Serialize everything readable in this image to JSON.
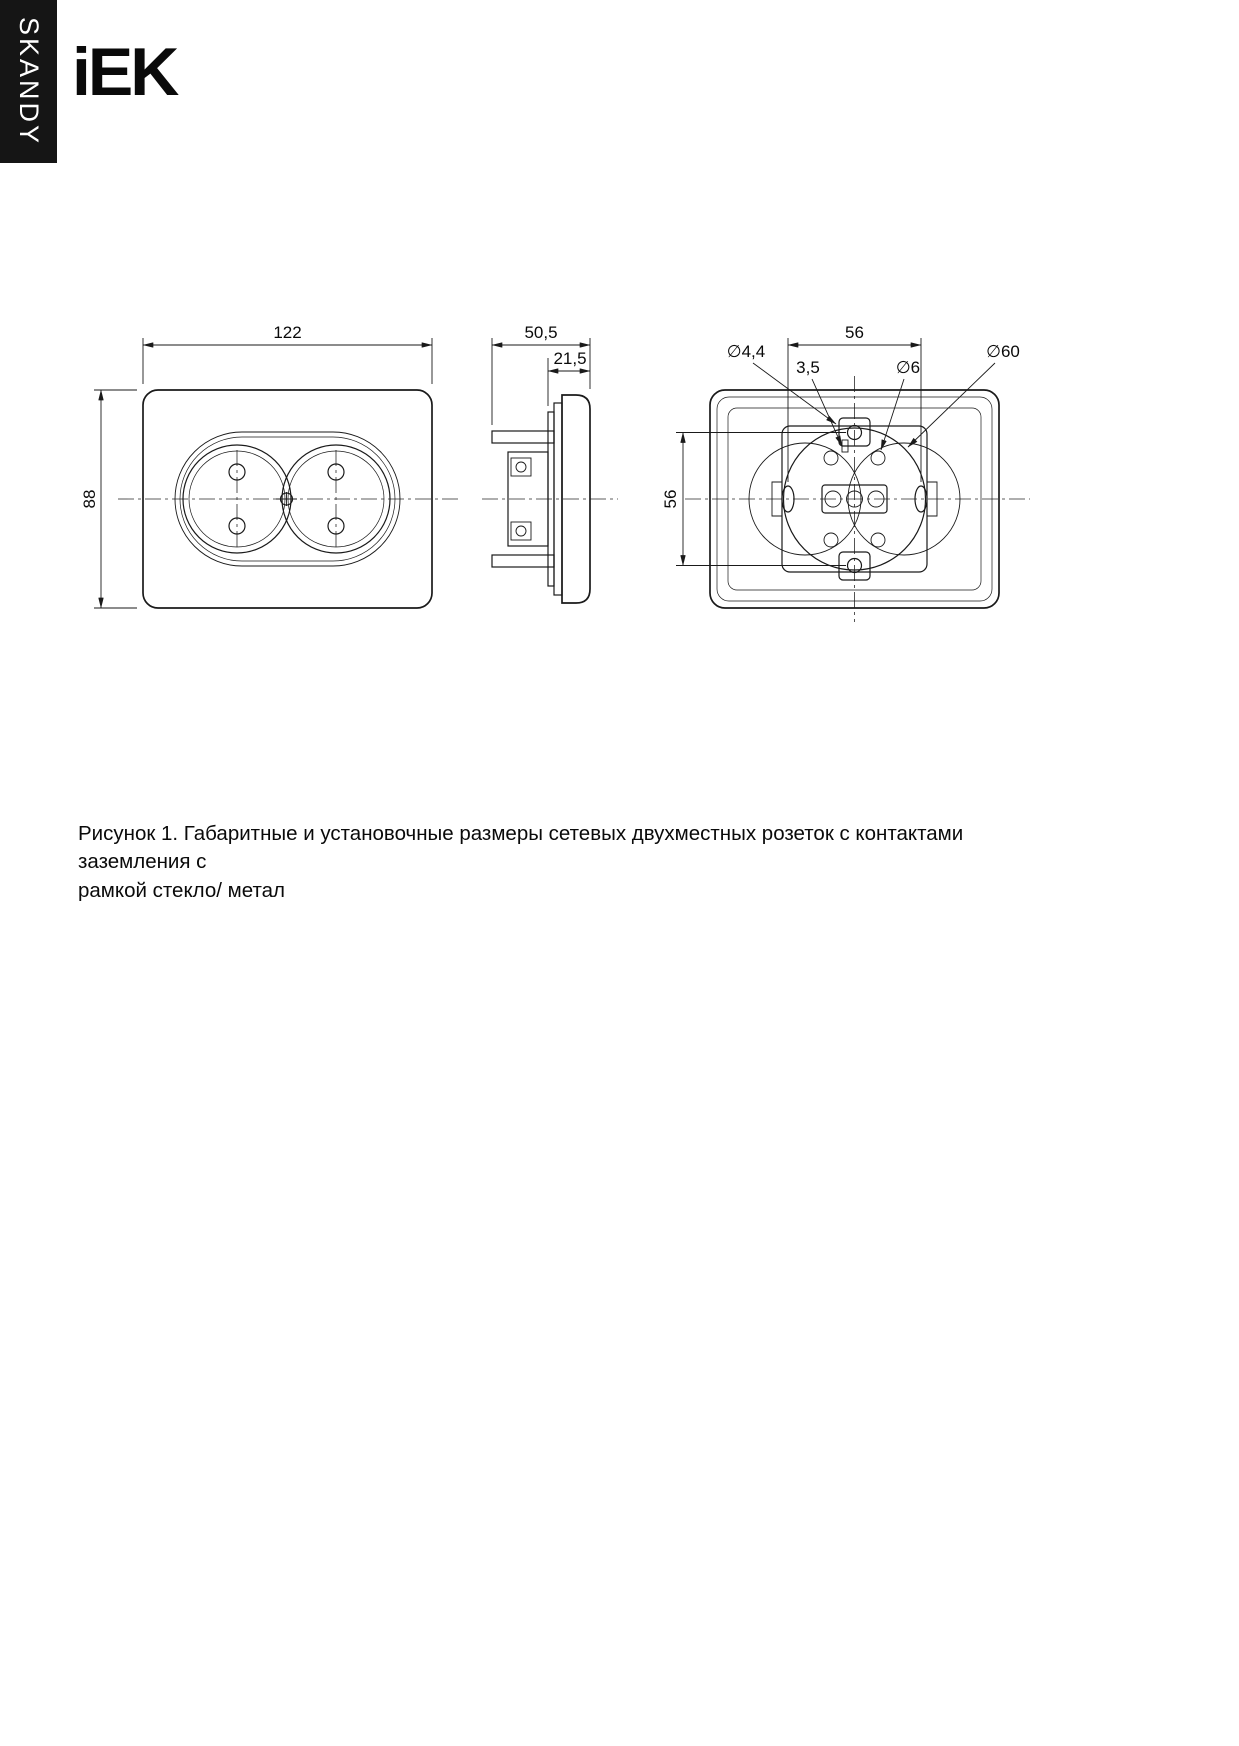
{
  "sidebar": {
    "series_label": "SKANDY"
  },
  "brand": {
    "logo_text": "iEK"
  },
  "caption": {
    "line1": "Рисунок 1. Габаритные и установочные размеры сетевых двухместных розеток с контактами заземления с",
    "line2": "рамкой стекло/ метал"
  },
  "dimensions": {
    "front": {
      "width": "122",
      "height": "88"
    },
    "side": {
      "total_depth": "50,5",
      "front_depth": "21,5"
    },
    "back": {
      "horizontal_spacing": "56",
      "vertical_spacing": "56",
      "claw_hole_diameter": "∅4,4",
      "slot_width": "3,5",
      "screw_hole_diameter": "∅6",
      "mechanism_diameter": "∅60"
    }
  }
}
